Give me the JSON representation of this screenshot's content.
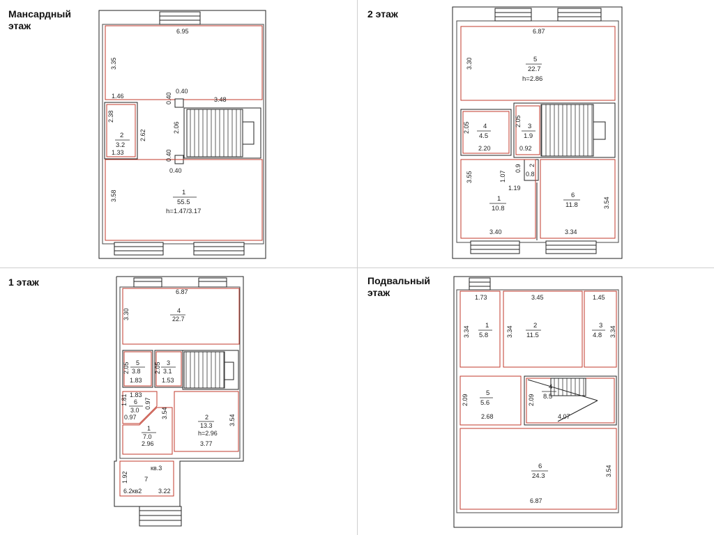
{
  "floors": {
    "attic": {
      "title": "Мансардный\nэтаж",
      "dims": [
        "6.95",
        "3.35",
        "1.46",
        "0.40",
        "3.48",
        "0.40",
        "2.38",
        "2.06",
        "2.62",
        "1.33",
        "0.40",
        "0.40",
        "3.58"
      ],
      "rooms": [
        {
          "num": "2",
          "area": "3.2"
        },
        {
          "num": "1",
          "area": "55.5",
          "h": "h=1.47/3.17"
        }
      ]
    },
    "second": {
      "title": "2 этаж",
      "dims": [
        "6.87",
        "3.30",
        "2.05",
        "2.20",
        "2.05",
        "0.92",
        "1.07",
        "0.9",
        "1.19",
        "3.55",
        "3.40",
        "3.34",
        "3.54"
      ],
      "rooms": [
        {
          "num": "5",
          "area": "22.7",
          "h": "h=2.86"
        },
        {
          "num": "4",
          "area": "4.5"
        },
        {
          "num": "3",
          "area": "1.9"
        },
        {
          "num": "2",
          "area": "0.8"
        },
        {
          "num": "1",
          "area": "10.8"
        },
        {
          "num": "6",
          "area": "11.8"
        }
      ]
    },
    "first": {
      "title": "1 этаж",
      "dims": [
        "6.87",
        "3.30",
        "2.05",
        "1.83",
        "2.05",
        "1.53",
        "1.81",
        "1.83",
        "0.97",
        "0.97",
        "3.54",
        "2.96",
        "3.54",
        "3.77",
        "1.92",
        "3.22"
      ],
      "rooms": [
        {
          "num": "4",
          "area": "22.7"
        },
        {
          "num": "5",
          "area": "3.8"
        },
        {
          "num": "3",
          "area": "3.1"
        },
        {
          "num": "6",
          "area": "3.0"
        },
        {
          "num": "2",
          "area": "13.3",
          "h": "h=2.96"
        },
        {
          "num": "1",
          "area": "7.0"
        },
        {
          "num": "кв.3",
          "area": ""
        },
        {
          "num": "7",
          "area": ""
        },
        {
          "num": "6.2кв2",
          "area": ""
        }
      ]
    },
    "basement": {
      "title": "Подвальный\nэтаж",
      "dims": [
        "1.73",
        "3.45",
        "1.45",
        "3.34",
        "3.34",
        "3.34",
        "2.09",
        "2.68",
        "2.09",
        "4.07",
        "3.54",
        "6.87"
      ],
      "rooms": [
        {
          "num": "1",
          "area": "5.8"
        },
        {
          "num": "2",
          "area": "11.5"
        },
        {
          "num": "3",
          "area": "4.8"
        },
        {
          "num": "5",
          "area": "5.6"
        },
        {
          "num": "4",
          "area": "8.5"
        },
        {
          "num": "6",
          "area": "24.3"
        }
      ]
    }
  }
}
